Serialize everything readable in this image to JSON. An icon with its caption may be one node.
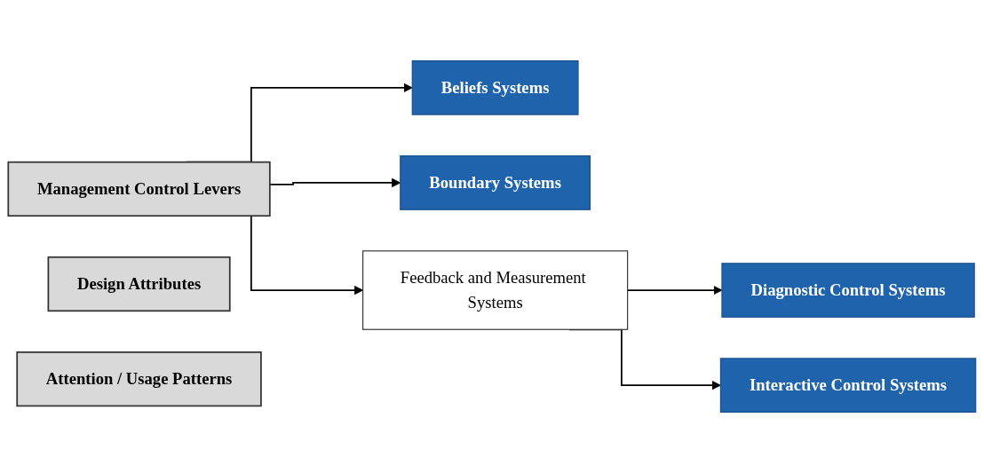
{
  "diagram": {
    "nodes": [
      {
        "text": [
          "Management Control Levers"
        ]
      },
      {
        "text": [
          "Design Attributes"
        ]
      },
      {
        "text": [
          "Attention / Usage Patterns"
        ]
      },
      {
        "text": [
          "Beliefs Systems"
        ]
      },
      {
        "text": [
          "Boundary Systems"
        ]
      },
      {
        "text": [
          "Feedback and Measurement Systems"
        ]
      },
      {
        "text": [
          "Diagnostic Control Systems"
        ]
      },
      {
        "text": [
          "Interactive Control Systems"
        ]
      }
    ],
    "edges": [
      {
        "from": 0,
        "to": 3,
        "arrow": "to"
      },
      {
        "from": 0,
        "to": 4,
        "arrow": "to"
      },
      {
        "from": 0,
        "to": 5,
        "arrow": "to"
      },
      {
        "from": 5,
        "to": 6,
        "arrow": "to"
      },
      {
        "from": 5,
        "to": 7,
        "arrow": "to"
      }
    ]
  }
}
